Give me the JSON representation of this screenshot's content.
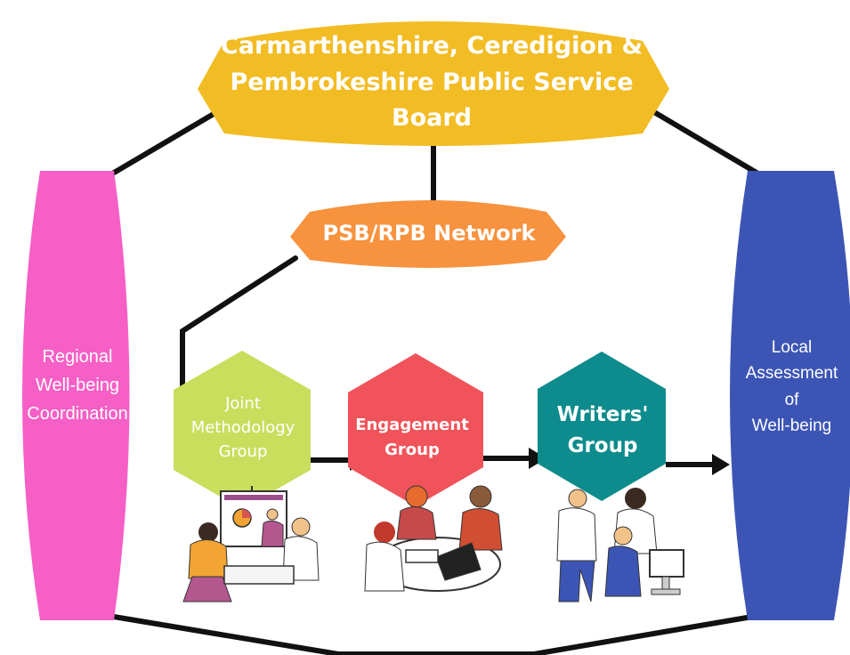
{
  "colors": {
    "psb": "#F2BC24",
    "network": "#F7923E",
    "regional": "#F65FC5",
    "local": "#3C55B5",
    "joint": "#C8DE5C",
    "engagement": "#F0535A",
    "writers": "#0E8B8C",
    "connector": "#111111"
  },
  "nodes": {
    "psb_board": "Carmarthenshire, Ceredigion &\nPembrokeshire Public Service\nBoard",
    "network": "PSB/RPB Network",
    "regional": "Regional\nWell-being\nCoordination",
    "local": "Local\nAssessment\nof\nWell-being",
    "joint_methodology": "Joint\nMethodology\nGroup",
    "engagement": "Engagement\nGroup",
    "writers": "Writers'\nGroup"
  },
  "illustrations": [
    "team-meeting-presentation-illustration",
    "engagement-discussion-illustration",
    "writers-team-illustration"
  ]
}
